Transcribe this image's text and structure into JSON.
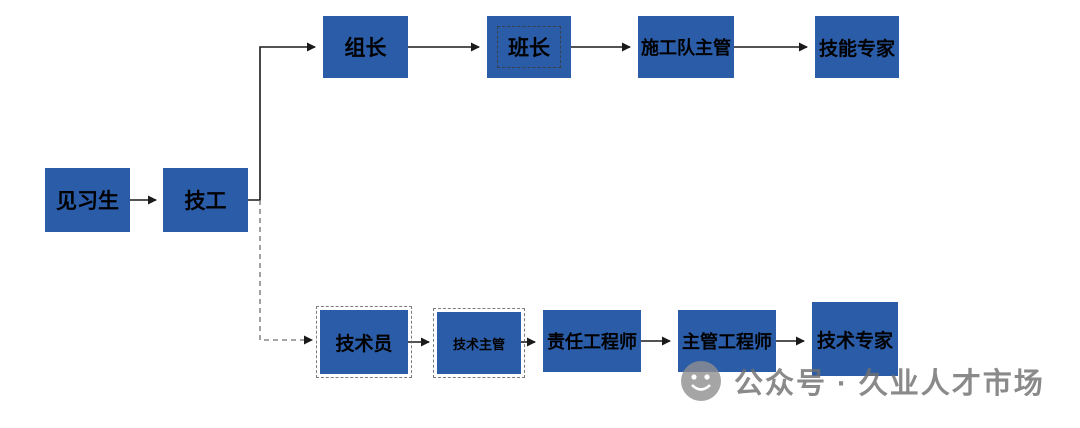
{
  "diagram": {
    "nodes": {
      "trainee": {
        "label": "见习生"
      },
      "technician": {
        "label": "技工"
      },
      "team_leader": {
        "label": "组长"
      },
      "squad_leader": {
        "label": "班长"
      },
      "construction_supervisor": {
        "label": "施工队主管"
      },
      "skill_expert": {
        "label": "技能专家"
      },
      "technical_staff": {
        "label": "技术员"
      },
      "technical_supervisor": {
        "label": "技术主管"
      },
      "responsible_engineer": {
        "label": "责任工程师"
      },
      "supervising_engineer": {
        "label": "主管工程师"
      },
      "technical_expert": {
        "label": "技术专家"
      }
    },
    "edges": [
      {
        "from": "trainee",
        "to": "technician",
        "style": "solid"
      },
      {
        "from": "technician",
        "to": "team_leader",
        "style": "solid-elbow"
      },
      {
        "from": "team_leader",
        "to": "squad_leader",
        "style": "solid"
      },
      {
        "from": "squad_leader",
        "to": "construction_supervisor",
        "style": "solid"
      },
      {
        "from": "construction_supervisor",
        "to": "skill_expert",
        "style": "solid"
      },
      {
        "from": "technician",
        "to": "technical_staff",
        "style": "dashed-elbow"
      },
      {
        "from": "technical_staff",
        "to": "technical_supervisor",
        "style": "solid"
      },
      {
        "from": "technical_supervisor",
        "to": "responsible_engineer",
        "style": "solid"
      },
      {
        "from": "responsible_engineer",
        "to": "supervising_engineer",
        "style": "solid"
      },
      {
        "from": "supervising_engineer",
        "to": "technical_expert",
        "style": "solid"
      }
    ],
    "colors": {
      "node_fill": "#2b5ca8",
      "node_text": "#000000",
      "connector": "#1a1a1a",
      "watermark": "#707070"
    }
  },
  "watermark": {
    "text": "公众号 · 久业人才市场"
  }
}
